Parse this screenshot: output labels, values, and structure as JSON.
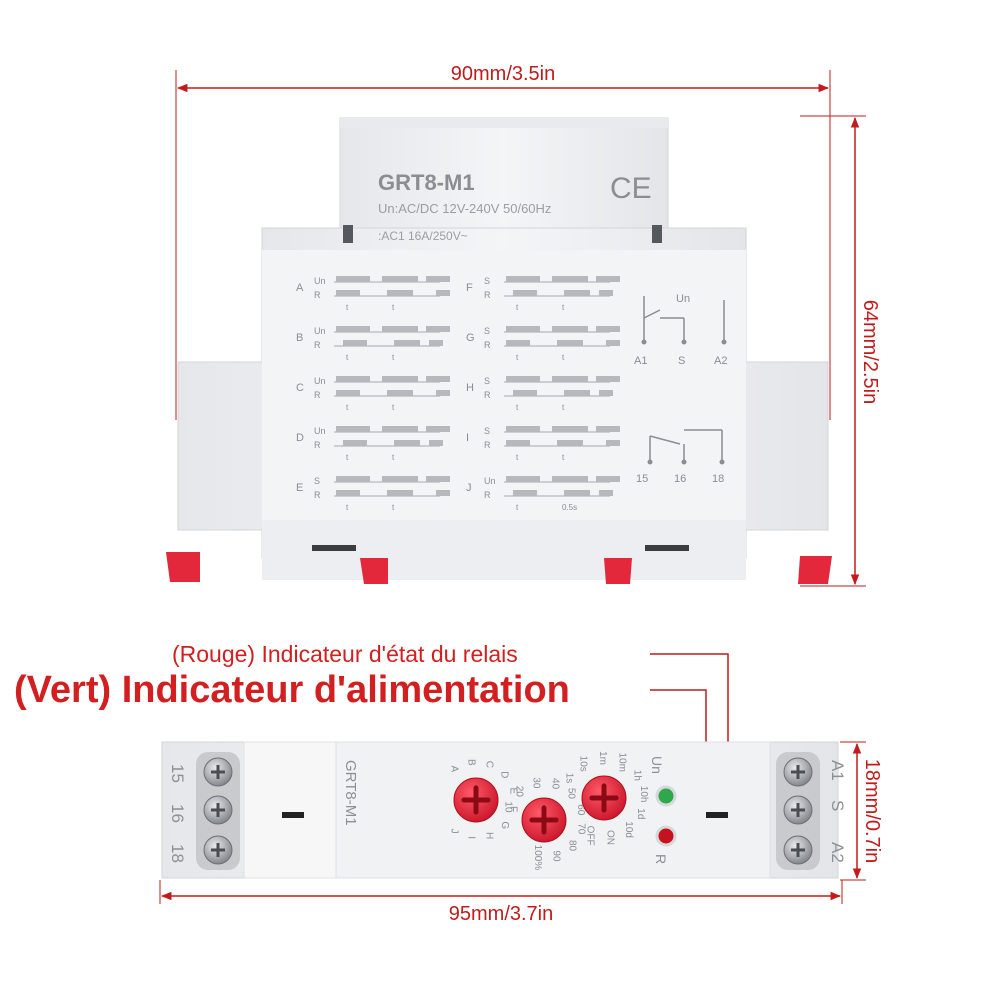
{
  "dimensions": {
    "top_width": "90mm/3.5in",
    "top_height": "64mm/2.5in",
    "bottom_width": "95mm/3.7in",
    "bottom_height": "18mm/0.7in"
  },
  "device": {
    "model": "GRT8-M1",
    "supply": "Un:AC/DC 12V-240V 50/60Hz",
    "contact": ":AC1 16A/250V~",
    "ce_mark": "CE",
    "modes": [
      "A",
      "B",
      "C",
      "D",
      "E",
      "F",
      "G",
      "H",
      "I",
      "J"
    ],
    "wave_rows_left": [
      [
        "Un",
        "R"
      ],
      [
        "Un",
        "R"
      ],
      [
        "Un",
        "R"
      ],
      [
        "Un",
        "R"
      ],
      [
        "S",
        "R"
      ]
    ],
    "wave_rows_right": [
      [
        "S",
        "R"
      ],
      [
        "S",
        "R"
      ],
      [
        "S",
        "R"
      ],
      [
        "S",
        "R"
      ],
      [
        "Un",
        "R"
      ]
    ],
    "t_label": "t",
    "pulse_label": "0.5s",
    "schematic": {
      "un": "Un",
      "a1": "A1",
      "s": "S",
      "a2": "A2",
      "t15": "15",
      "t16": "16",
      "t18": "18"
    }
  },
  "callouts": {
    "red_indicator": "(Rouge) Indicateur d'état du relais",
    "green_indicator": "(Vert) Indicateur d'alimentation"
  },
  "front": {
    "model": "GRT8-M1",
    "left_terminals": [
      "15",
      "16",
      "18"
    ],
    "right_terminals": [
      "A1",
      "S",
      "A2"
    ],
    "un_led": "Un",
    "r_led": "R",
    "mode_dial": [
      "A",
      "B",
      "C",
      "D",
      "E",
      "F",
      "G",
      "H",
      "I",
      "J"
    ],
    "pct_dial": [
      "10",
      "20",
      "30",
      "40",
      "50",
      "60",
      "70",
      "80",
      "90",
      "100%"
    ],
    "range_dial": [
      "1s",
      "10s",
      "1m",
      "10m",
      "1h",
      "10h",
      "1d",
      "10d",
      "ON",
      "OFF"
    ]
  },
  "colors": {
    "accent_red": "#d21f1f",
    "knob_red": "#e3283c",
    "led_green": "#2ea84a",
    "led_red": "#c4121e",
    "housing": "#eff0f2"
  }
}
